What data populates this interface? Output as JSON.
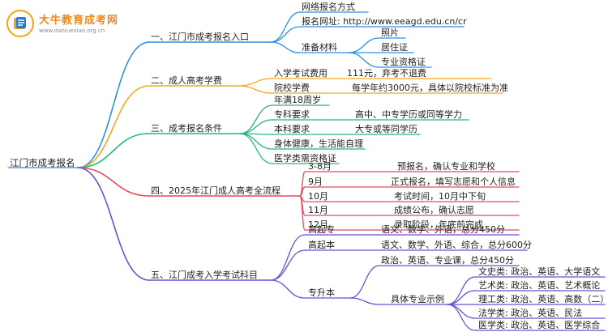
{
  "logo": {
    "title": "大牛教育成考网",
    "url": "www.daniuexiao.org.cn"
  },
  "colors": {
    "blue": "#2f8fe6",
    "orange": "#f5a623",
    "green": "#25b878",
    "red": "#e8495b",
    "purple": "#6c4fd6"
  },
  "mindmap": {
    "root": "江门市成考报名",
    "branches": [
      {
        "title": "一、江门市成考报名入口",
        "items": [
          {
            "label": "网络报名方式"
          },
          {
            "label": "报名网址: http://www.eeagd.edu.cn/cr"
          },
          {
            "label": "准备材料",
            "children": [
              "照片",
              "居住证",
              "专业资格证"
            ]
          }
        ]
      },
      {
        "title": "二、成人高考学费",
        "items": [
          {
            "label": "入学考试费用",
            "detail": "111元，弃考不退费"
          },
          {
            "label": "院校学费",
            "detail": "每学年约3000元，具体以院校标准为准"
          }
        ]
      },
      {
        "title": "三、成考报名条件",
        "items": [
          {
            "label": "年满18周岁"
          },
          {
            "label": "专科要求",
            "detail": "高中、中专学历或同等学力"
          },
          {
            "label": "本科要求",
            "detail": "大专或等同学历"
          },
          {
            "label": "身体健康，生活能自理"
          },
          {
            "label": "医学类需资格证"
          }
        ]
      },
      {
        "title": "四、2025年江门成人高考全流程",
        "items": [
          {
            "label": "3-8月",
            "detail": "预报名，确认专业和学校"
          },
          {
            "label": "9月",
            "detail": "正式报名，填写志愿和个人信息"
          },
          {
            "label": "10月",
            "detail": "考试时间，10月中下旬"
          },
          {
            "label": "11月",
            "detail": "成绩公布，确认志愿"
          },
          {
            "label": "12月",
            "detail": "录取阶段，年底前完成"
          }
        ]
      },
      {
        "title": "五、江门成考入学考试科目",
        "items": [
          {
            "label": "高起专",
            "detail": "语文、数学、外语，总分450分"
          },
          {
            "label": "高起本",
            "detail": "语文、数学、外语、综合，总分600分"
          },
          {
            "label": "专升本",
            "general": "政治、英语、专业课，总分450分",
            "examples_label": "具体专业示例",
            "examples": [
              "文史类: 政治、英语、大学语文",
              "艺术类: 政治、英语、艺术概论",
              "理工类: 政治、英语、高数（二）",
              "法学类: 政治、英语、民法",
              "医学类: 政治、英语、医学综合"
            ]
          }
        ]
      }
    ]
  }
}
